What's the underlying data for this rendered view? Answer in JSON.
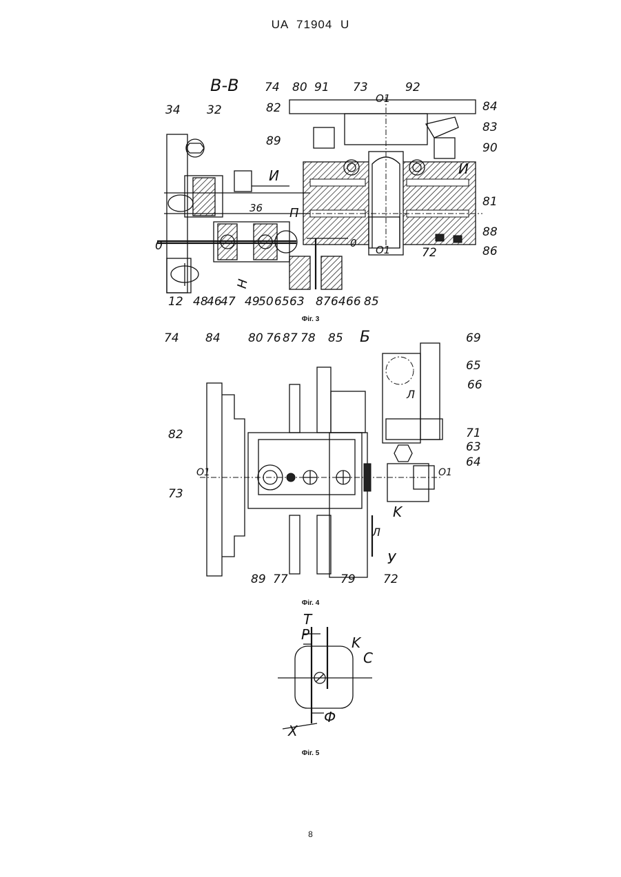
{
  "header": {
    "doc_id": "UA 71904 U"
  },
  "figures": [
    {
      "caption": "Фіг. 3",
      "section_label": "В-В",
      "callouts": [
        "34",
        "32",
        "74",
        "80",
        "91",
        "73",
        "O1",
        "92",
        "84",
        "82",
        "83",
        "89",
        "90",
        "И",
        "36",
        "П",
        "81",
        "0",
        "88",
        "86",
        "72",
        "O1",
        "12",
        "48",
        "46",
        "47",
        "H",
        "49",
        "50",
        "65",
        "63",
        "87",
        "64",
        "66",
        "85"
      ]
    },
    {
      "caption": "Фіг. 4",
      "view_label": "Б",
      "callouts": [
        "74",
        "84",
        "80",
        "76",
        "87",
        "78",
        "85",
        "69",
        "65",
        "66",
        "Л",
        "82",
        "71",
        "63",
        "64",
        "O1",
        "O1",
        "73",
        "K",
        "Л",
        "У",
        "89",
        "77",
        "79",
        "72"
      ]
    },
    {
      "caption": "Фіг. 5",
      "callouts": [
        "T",
        "P",
        "K",
        "C",
        "X",
        "Ф"
      ]
    }
  ],
  "footer": {
    "page_number": "8"
  }
}
